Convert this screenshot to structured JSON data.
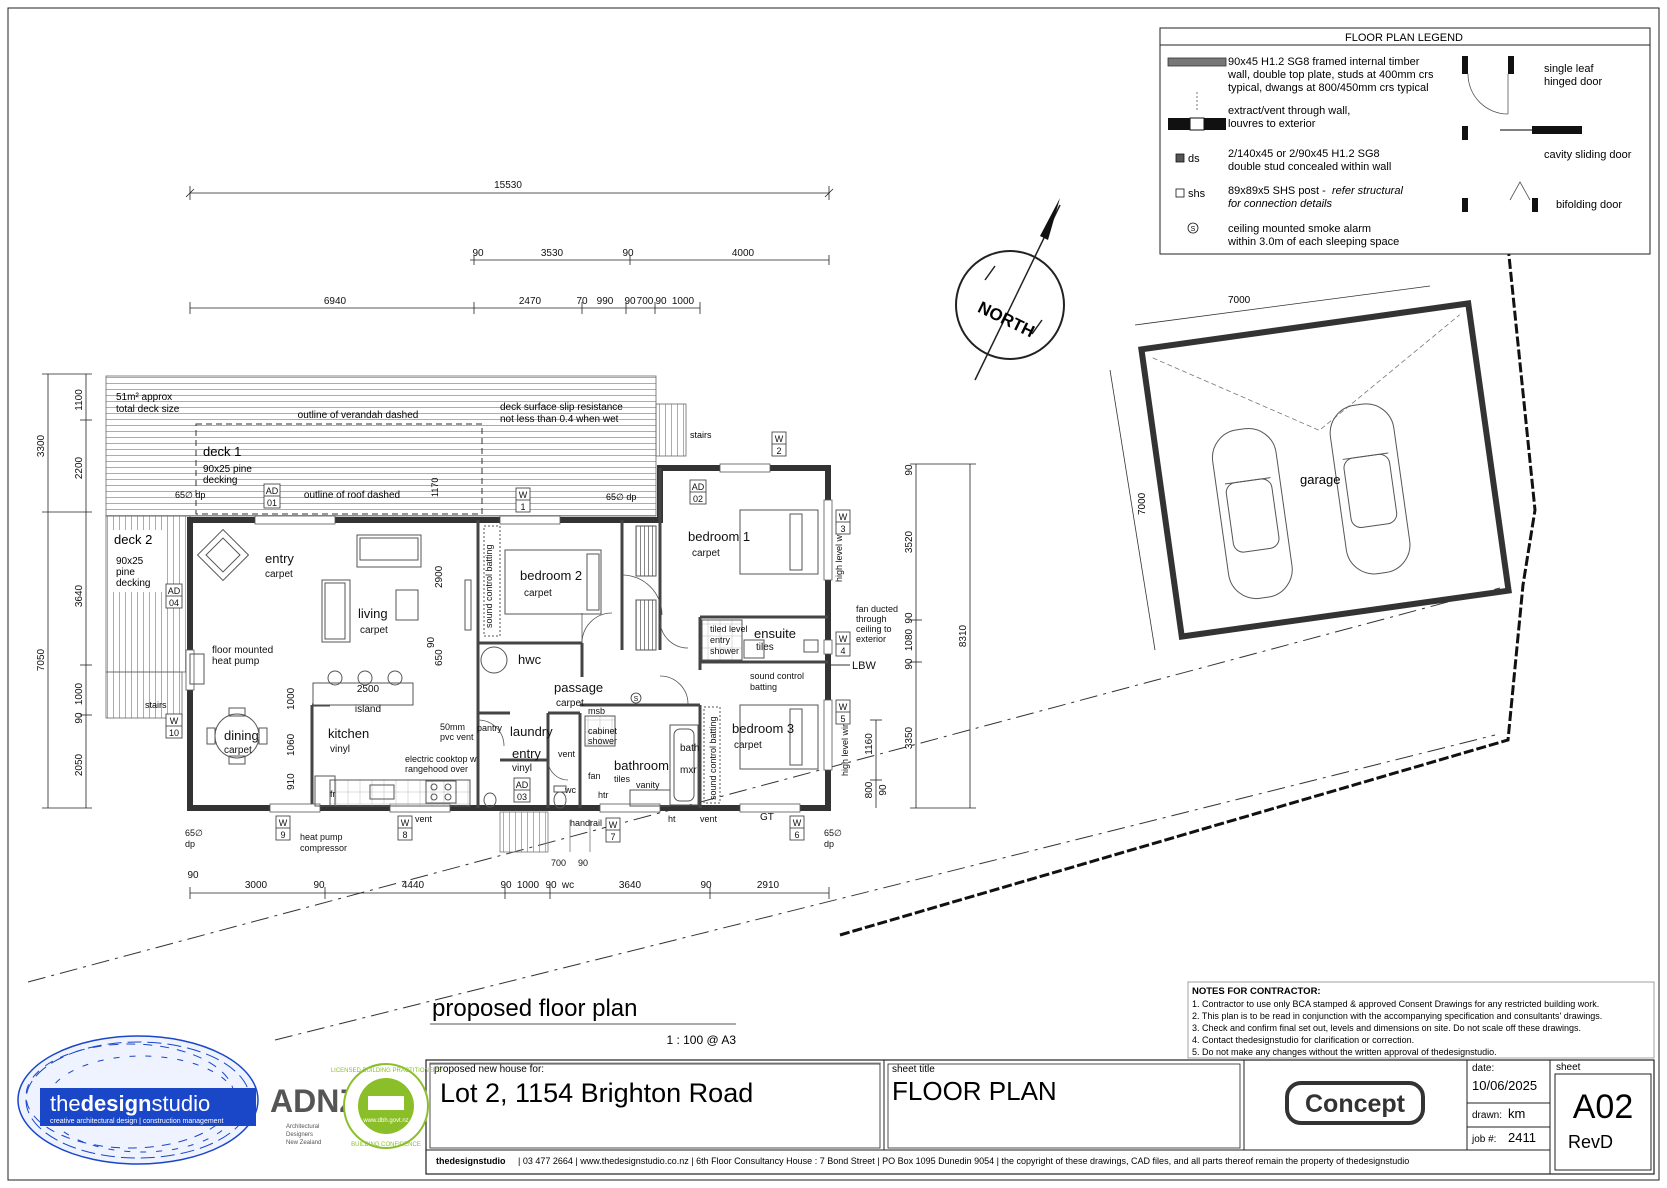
{
  "legend": {
    "title": "FLOOR PLAN LEGEND",
    "wall": "90x45 H1.2 SG8 framed internal timber wall, double top plate, studs at 400mm crs typical, dwangs at 800/450mm crs typical",
    "wall_l1": "90x45 H1.2 SG8 framed internal timber",
    "wall_l2": "wall, double top plate, studs at 400mm crs",
    "wall_l3": "typical, dwangs at 800/450mm crs typical",
    "vent_l1": "extract/vent through wall,",
    "vent_l2": "louvres to exterior",
    "ds_tag": "ds",
    "ds_l1": "2/140x45 or 2/90x45 H1.2 SG8",
    "ds_l2": "double stud concealed within wall",
    "shs_tag": "shs",
    "shs_l1": "89x89x5 SHS post -",
    "shs_l1b": "refer structural",
    "shs_l2": "for connection details",
    "smoke_tag": "S",
    "smoke_l1": "ceiling mounted smoke alarm",
    "smoke_l2": "within 3.0m of each sleeping space",
    "door_single_l1": "single leaf",
    "door_single_l2": "hinged door",
    "door_cavity": "cavity sliding door",
    "door_bifold": "bifolding door"
  },
  "north_label": "NORTH",
  "dims_top": {
    "overall": "15530",
    "row2": [
      "90",
      "3530",
      "90",
      "4000"
    ],
    "row3": [
      "6940",
      "2470",
      "70",
      "990",
      "90",
      "700",
      "90",
      "1000"
    ]
  },
  "dims_bottom": [
    "90",
    "3000",
    "90",
    "4440",
    "90",
    "1000",
    "90",
    "wc",
    "3640",
    "90",
    "2910"
  ],
  "dims_left": [
    "3300",
    "1100",
    "2200",
    "7050",
    "3640",
    "90",
    "1000",
    "2050"
  ],
  "dims_right": [
    "90",
    "3520",
    "90",
    "1080",
    "90",
    "3350",
    "8310",
    "1160",
    "800",
    "90"
  ],
  "dims_internal": [
    "2900",
    "90",
    "650",
    "2500",
    "1000",
    "1060",
    "910",
    "1170",
    "90",
    "700",
    "90"
  ],
  "rooms": {
    "deck1": "deck 1",
    "deck1_note": "90x25 pine",
    "deck1_note2": "decking",
    "deck_size_l1": "51m² approx",
    "deck_size_l2": "total deck size",
    "verandah": "outline of verandah dashed",
    "slip_l1": "deck surface slip resistance",
    "slip_l2": "not less than 0.4 when wet",
    "roof_outline": "outline of roof dashed",
    "deck2": "deck 2",
    "deck2_l1": "90x25",
    "deck2_l2": "pine",
    "deck2_l3": "decking",
    "entry": "entry",
    "living": "living",
    "carpet": "carpet",
    "bedroom1": "bedroom 1",
    "bedroom2": "bedroom 2",
    "bedroom3": "bedroom 3",
    "hwc": "hwc",
    "passage": "passage",
    "ensuite": "ensuite",
    "tiles": "tiles",
    "tiled_l1": "tiled level",
    "tiled_l2": "entry",
    "tiled_l3": "shower",
    "dining": "dining",
    "kitchen": "kitchen",
    "vinyl": "vinyl",
    "island": "island",
    "laundry": "laundry",
    "entry2": "entry",
    "bathroom": "bathroom",
    "bath": "bath",
    "mxr": "mxr",
    "vanity": "vanity",
    "cabinet_l1": "cabinet",
    "cabinet_l2": "shower",
    "msb": "msb",
    "pantry": "pantry",
    "vent": "vent",
    "fan": "fan",
    "htr": "htr",
    "wc": "wc",
    "fr": "fr",
    "ht": "ht",
    "gt": "GT",
    "handrail": "handrail",
    "stairs": "stairs",
    "heatpump_l1": "floor mounted",
    "heatpump_l2": "heat pump",
    "hp_comp_l1": "heat pump",
    "hp_comp_l2": "compressor",
    "pvc_l1": "50mm",
    "pvc_l2": "pvc vent",
    "cooktop_l1": "electric cooktop w",
    "cooktop_l2": "rangehood over",
    "sound_batting": "sound control batting",
    "sound_l1": "sound control",
    "sound_l2": "batting",
    "fan_duct_l1": "fan ducted",
    "fan_duct_l2": "through",
    "fan_duct_l3": "ceiling to",
    "fan_duct_l4": "exterior",
    "lbw": "LBW",
    "high_window": "high level window",
    "dp_65": "65∅ dp",
    "dp": "dp",
    "d65": "65∅",
    "garage": "garage",
    "garage_w": "7000",
    "garage_h": "7000",
    "tags": {
      "ad01": [
        "AD",
        "01"
      ],
      "ad02": [
        "AD",
        "02"
      ],
      "ad03": [
        "AD",
        "03"
      ],
      "ad04": [
        "AD",
        "04"
      ],
      "w1": [
        "W",
        "1"
      ],
      "w2": [
        "W",
        "2"
      ],
      "w3": [
        "W",
        "3"
      ],
      "w4": [
        "W",
        "4"
      ],
      "w5": [
        "W",
        "5"
      ],
      "w6": [
        "W",
        "6"
      ],
      "w7": [
        "W",
        "7"
      ],
      "w8": [
        "W",
        "8"
      ],
      "w9": [
        "W",
        "9"
      ],
      "w10": [
        "W",
        "10"
      ]
    }
  },
  "plan_title": "proposed floor plan",
  "plan_scale": "1 : 100 @ A3",
  "notes": {
    "title": "NOTES FOR CONTRACTOR:",
    "items": [
      "1.  Contractor to use only BCA stamped & approved Consent Drawings for any restricted building work.",
      "2.  This plan is to be read in conjunction with the accompanying specification and consultants' drawings.",
      "3.  Check and confirm final set out, levels and dimensions on site. Do not scale off these drawings.",
      "4.  Contact thedesignstudio for clarification or correction.",
      "5.  Do not make any changes without the written approval of thedesignstudio."
    ]
  },
  "title_block": {
    "project_label": "proposed new house for:",
    "project": "Lot 2, 1154 Brighton Road",
    "sheet_title_label": "sheet title",
    "sheet_title": "FLOOR PLAN",
    "stamp": "Concept",
    "date_label": "date:",
    "date": "10/06/2025",
    "drawn_label": "drawn:",
    "drawn": "km",
    "job_label": "job #:",
    "job": "2411",
    "sheet_label": "sheet",
    "sheet": "A02",
    "rev": "RevD",
    "footer_bold": "thedesignstudio",
    "footer": "| 03 477 2664 | www.thedesignstudio.co.nz | 6th Floor Consultancy House : 7 Bond Street | PO Box 1095 Dunedin 9054 |  the copyright of these drawings, CAD files, and all parts thereof remain the property of thedesignstudio"
  },
  "logo": {
    "brand_a": "the",
    "brand_b": "design",
    "brand_c": "studio",
    "tagline": "creative architectural design | construction management",
    "adnz": "ADNZ",
    "adnz_sub1": "Architectural",
    "adnz_sub2": "Designers",
    "adnz_sub3": "New Zealand",
    "lbp_top": "LICENSED BUILDING PRACTITIONERS",
    "lbp_url": "www.dbh.govt.nz",
    "lbp_bottom": "BUILDING CONFIDENCE"
  }
}
